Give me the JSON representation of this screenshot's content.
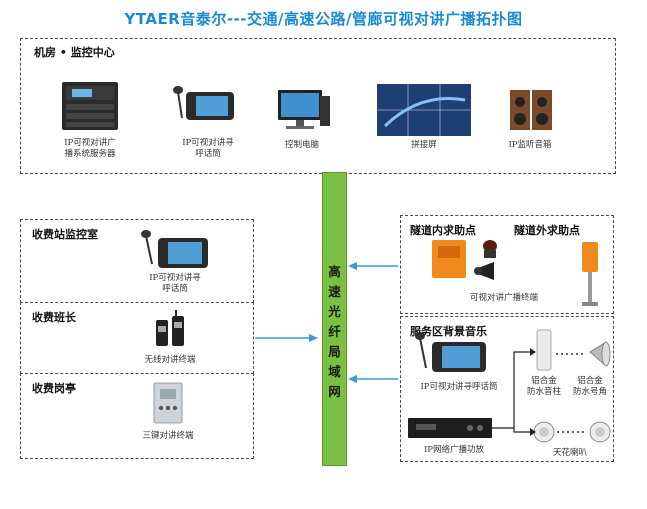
{
  "title": "YTAER音泰尔---交通/高速公路/管廊可视对讲广播拓扑图",
  "monitor_center": {
    "heading": "机房 • 监控中心",
    "devices": [
      {
        "label_line1": "IP可视对讲广",
        "label_line2": "播系统服务器",
        "icon": "rack-server-icon"
      },
      {
        "label_line1": "IP可视对讲寻",
        "label_line2": "呼话筒",
        "icon": "paging-microphone-icon"
      },
      {
        "label_line1": "控制电脑",
        "label_line2": "",
        "icon": "desktop-computer-icon"
      },
      {
        "label_line1": "拼接屏",
        "label_line2": "",
        "icon": "video-wall-icon"
      },
      {
        "label_line1": "IP监听音箱",
        "label_line2": "",
        "icon": "monitor-speaker-icon"
      }
    ]
  },
  "fiber_network": {
    "label": "高速光纤局域网"
  },
  "toll_station": {
    "heading": "收费站监控室",
    "device_line1": "IP可视对讲寻",
    "device_line2": "呼话筒"
  },
  "toll_squad": {
    "heading": "收费班长",
    "device_label": "无线对讲终端"
  },
  "toll_booth": {
    "heading": "收费岗亭",
    "device_label": "三键对讲终端"
  },
  "tunnel": {
    "inner_heading": "隧道内求助点",
    "outer_heading": "隧道外求助点",
    "device_label": "可视对讲广播终端"
  },
  "service_area": {
    "heading": "服务区背景音乐",
    "mic_label": "IP可视对讲寻呼话筒",
    "amp_label": "IP网络广播功放",
    "column_speaker_line1": "铝合金",
    "column_speaker_line2": "防水音柱",
    "horn_line1": "铝合金",
    "horn_line2": "防水号角",
    "ceiling_label": "天花喇叭"
  },
  "colors": {
    "title": "#1b8bd0",
    "fiber": "#7ac143",
    "arrow": "#3a9bd5"
  }
}
